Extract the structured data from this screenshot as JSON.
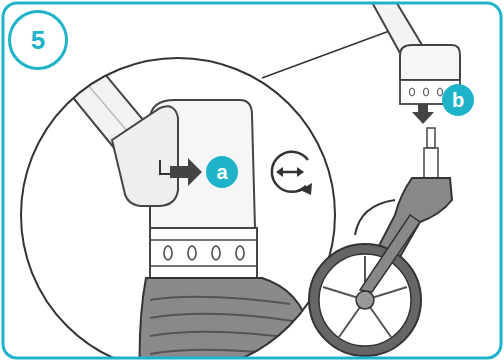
{
  "diagram": {
    "nodes": [
      {
        "text": [
          "5"
        ]
      },
      {
        "text": [
          "a"
        ]
      },
      {
        "text": [
          "b"
        ]
      }
    ]
  }
}
